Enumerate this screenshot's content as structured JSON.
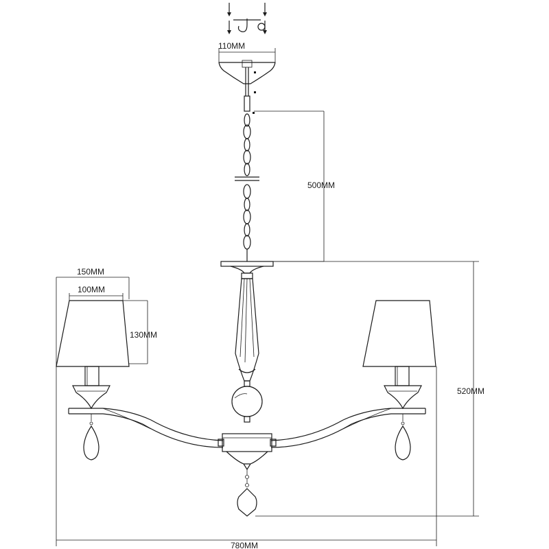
{
  "dimensions": {
    "canopy_width": "110MM",
    "chain_length": "500MM",
    "shade_top_outer": "150MM",
    "shade_top_inner": "100MM",
    "shade_height": "130MM",
    "body_height": "520MM",
    "overall_width": "780MM"
  }
}
